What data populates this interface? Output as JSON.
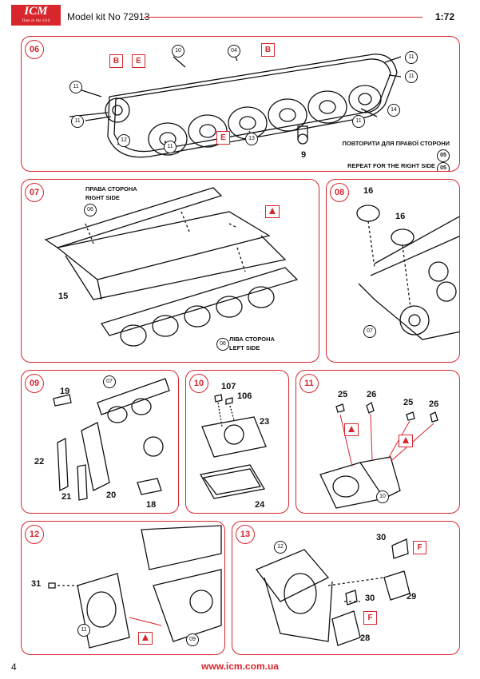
{
  "header": {
    "brand": "ICM",
    "tagline": "Time in the Unit",
    "kit_label": "Model kit No 72913",
    "scale": "1:72"
  },
  "steps": {
    "s06": {
      "number": "06",
      "parts": [
        "10",
        "04",
        "11",
        "11",
        "11",
        "11",
        "14",
        "12",
        "11",
        "13",
        "9",
        "11"
      ],
      "letter_tags": [
        "B",
        "E",
        "B",
        "E"
      ],
      "repeat_ua": "ПОВТОРИТИ ДЛЯ ПРАВОЇ СТОРОНИ",
      "repeat_en": "REPEAT FOR THE RIGHT SIDE",
      "repeat_ref": "05"
    },
    "s07": {
      "number": "07",
      "right_ua": "ПРАВА СТОРОНА",
      "right_en": "RIGHT SIDE",
      "ref_top": "06",
      "part": "15",
      "left_ua": "ЛІВА СТОРОНА",
      "left_en": "LEFT SIDE",
      "ref_bottom": "06"
    },
    "s08": {
      "number": "08",
      "parts": [
        "16",
        "16"
      ],
      "ref": "07"
    },
    "s09": {
      "number": "09",
      "parts": [
        "19",
        "22",
        "21",
        "20",
        "18"
      ],
      "ref": "07"
    },
    "s10": {
      "number": "10",
      "parts": [
        "107",
        "106",
        "23",
        "24"
      ]
    },
    "s11": {
      "number": "11",
      "parts": [
        "25",
        "26",
        "25",
        "26"
      ],
      "ref": "10"
    },
    "s12": {
      "number": "12",
      "parts": [
        "31"
      ],
      "ref_left": "11",
      "ref_right": "09"
    },
    "s13": {
      "number": "13",
      "parts": [
        "30",
        "29",
        "30",
        "28"
      ],
      "ref": "12",
      "letter_tags": [
        "F",
        "F"
      ]
    }
  },
  "footer": {
    "page_number": "4",
    "url": "www.icm.com.ua"
  },
  "colors": {
    "accent": "#d7262c",
    "ink": "#111111"
  }
}
